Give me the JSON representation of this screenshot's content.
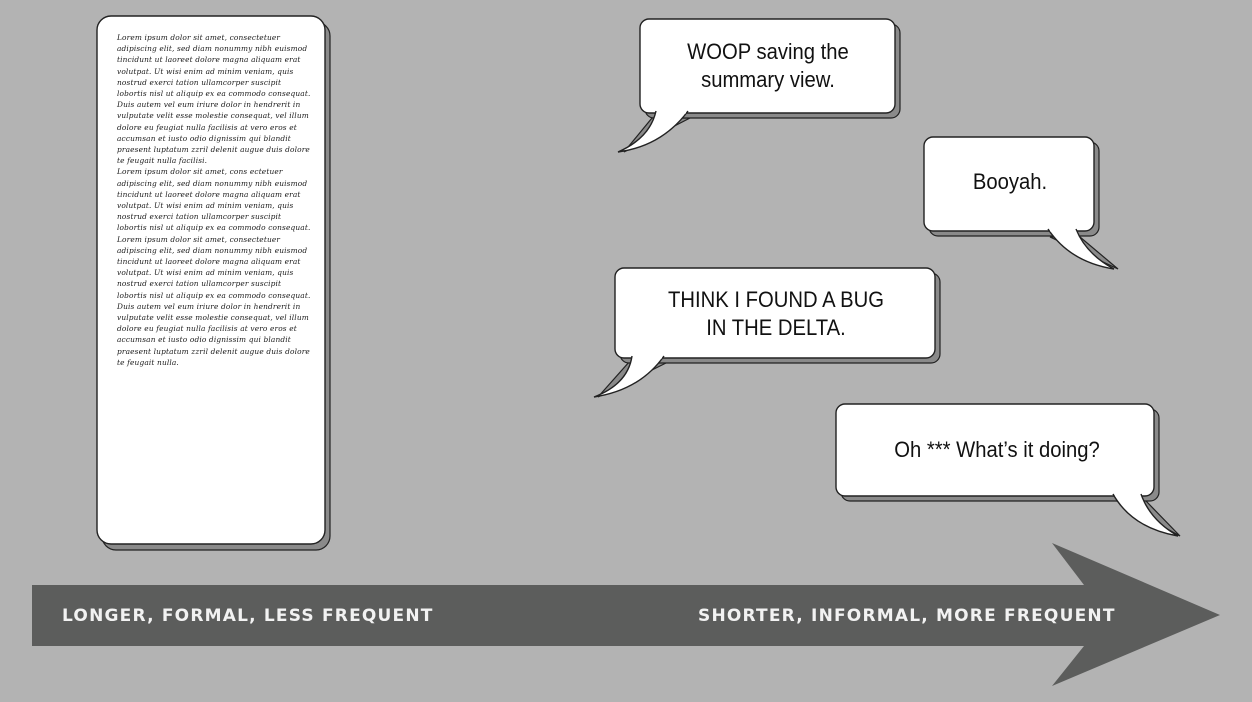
{
  "document": {
    "paragraphs": [
      "Lorem ipsum dolor sit amet, consectetuer adipiscing elit, sed diam nonummy nibh euismod tincidunt ut laoreet dolore magna aliquam erat volutpat. Ut wisi enim ad minim veniam, quis nostrud exerci tation ullamcorper suscipit lobortis nisl ut aliquip ex ea commodo consequat. Duis autem vel eum iriure dolor in hendrerit in vulputate velit esse molestie consequat, vel illum dolore eu feugiat nulla facilisis at vero eros et accumsan et iusto odio dignissim qui blandit praesent luptatum zzril delenit augue duis dolore te feugait nulla facilisi.",
      "Lorem ipsum dolor sit amet, cons ectetuer adipiscing elit, sed diam nonummy nibh euismod tincidunt ut laoreet dolore magna aliquam erat volutpat. Ut wisi enim ad minim veniam, quis nostrud exerci tation ullamcorper suscipit lobortis nisl ut aliquip ex ea commodo consequat.",
      "Lorem ipsum dolor sit amet, consectetuer adipiscing elit, sed diam nonummy nibh euismod tincidunt ut laoreet dolore magna aliquam erat volutpat. Ut wisi enim ad minim veniam, quis nostrud exerci tation ullamcorper suscipit lobortis nisl ut aliquip ex ea commodo consequat. Duis autem vel eum iriure dolor in hendrerit in vulputate velit esse molestie consequat, vel illum dolore eu feugiat nulla facilisis at vero eros et accumsan et iusto odio dignissim qui blandit praesent luptatum zzril delenit augue duis dolore te feugait nulla."
    ]
  },
  "bubbles": {
    "woop": {
      "line1": "WOOP saving the",
      "line2": "summary view."
    },
    "booyah": {
      "line1": "Booyah."
    },
    "bug": {
      "line1": "THINK I FOUND A BUG",
      "line2": "IN THE DELTA."
    },
    "oh": {
      "line1": "Oh *** What’s it doing?"
    }
  },
  "arrow": {
    "left_label": "LONGER, FORMAL, LESS FREQUENT",
    "right_label": "SHORTER, INFORMAL, MORE FREQUENT"
  },
  "colors": {
    "background": "#b3b3b3",
    "arrow": "#5c5d5c",
    "bubble_fill": "#ffffff",
    "bubble_shadow": "#8a8a8a",
    "outline": "#222222",
    "arrow_text": "#f2f2f2"
  }
}
